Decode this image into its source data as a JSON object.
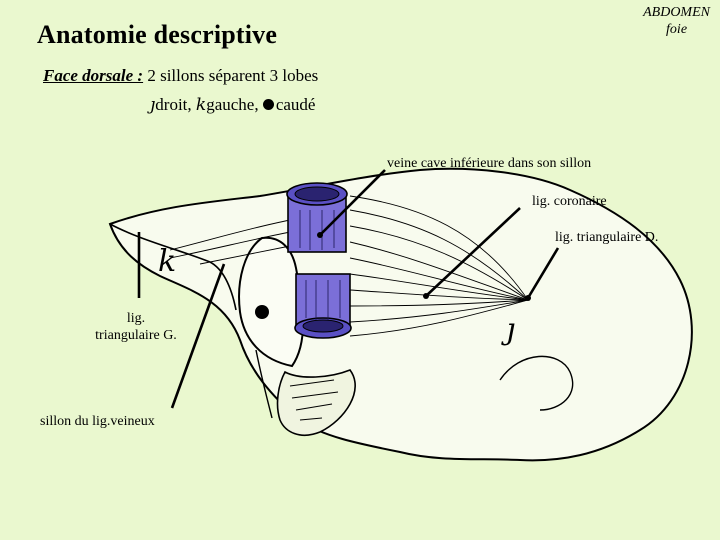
{
  "header": {
    "title": "Anatomie descriptive",
    "section": "ABDOMEN",
    "subsection": "foie"
  },
  "intro": {
    "lead": "Face dorsale :",
    "text": " 2 sillons séparent 3 lobes"
  },
  "lobes": [
    {
      "symbol": "ȷ",
      "label": "droit, "
    },
    {
      "symbol": "k",
      "label": "gauche, "
    },
    {
      "symbol": "dot",
      "label": "caudé"
    }
  ],
  "labels": {
    "vcl": "veine cave inférieure dans son sillon",
    "coronaire": "lig. coronaire",
    "tri_d": "lig. triangulaire D.",
    "tri_g_line1": "lig.",
    "tri_g_line2": "triangulaire G.",
    "sillon": "sillon du lig.veineux"
  },
  "marks": {
    "left_lobe": "k",
    "right_lobe": "ȷ"
  },
  "colors": {
    "background": "#eaf8cf",
    "vein": "#7b6fd8",
    "vein_dark": "#4f45b0"
  }
}
